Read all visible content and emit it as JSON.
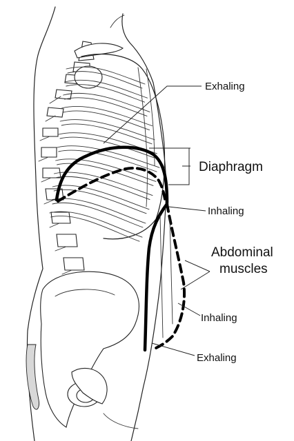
{
  "labels": {
    "exhaling_top": "Exhaling",
    "diaphragm": "Diaphragm",
    "inhaling_mid": "Inhaling",
    "abdominal_line1": "Abdominal",
    "abdominal_line2": "muscles",
    "inhaling_low": "Inhaling",
    "exhaling_bottom": "Exhaling"
  },
  "colors": {
    "ink": "#111111",
    "background": "#ffffff",
    "bone_shade": "#d8d8d8"
  },
  "line_styles": {
    "exhaling": "solid-thick",
    "inhaling": "dashed-thick"
  }
}
